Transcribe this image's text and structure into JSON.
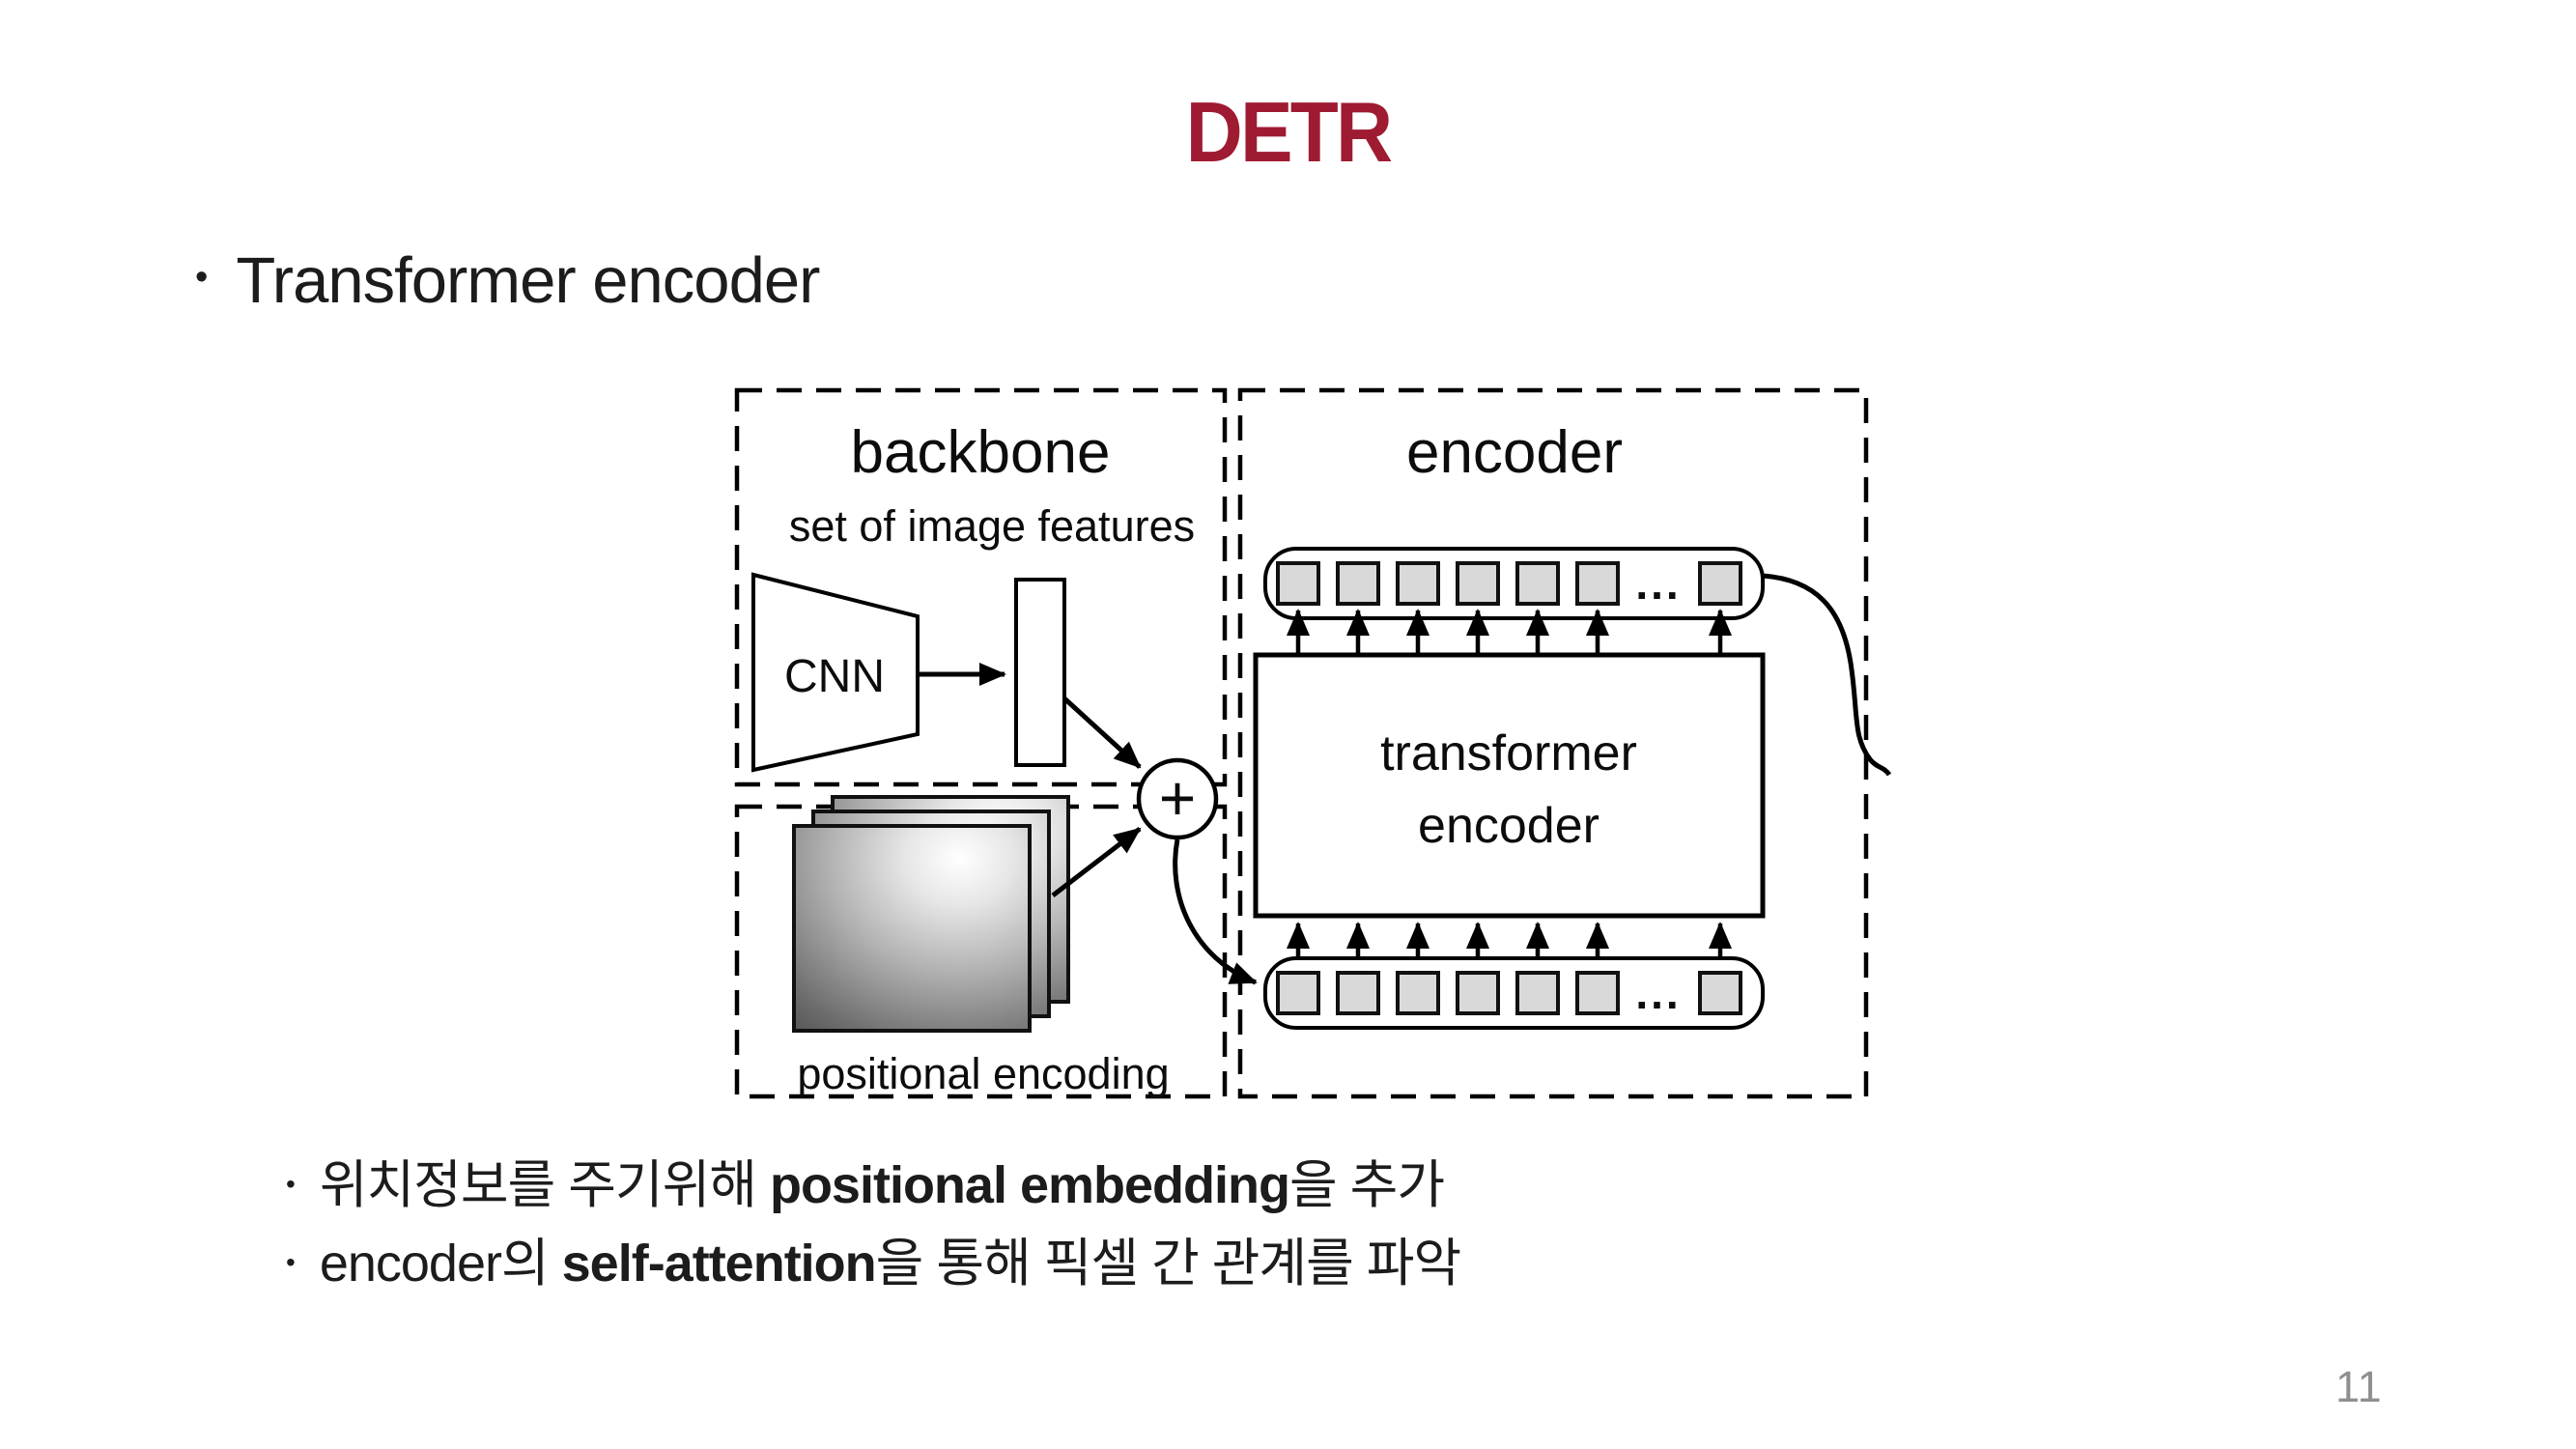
{
  "slide": {
    "title": "DETR",
    "bullet_main": "Transformer encoder",
    "bullet_glyph": "•",
    "sub_bullets": [
      {
        "pre": "위치정보를 주기위해 ",
        "bold": "positional embedding",
        "post": "을 추가"
      },
      {
        "pre": "encoder의 ",
        "bold": "self-attention",
        "post": "을 통해 픽셀 간 관계를 파악"
      }
    ],
    "page_number": "11",
    "colors": {
      "title": "#9e1b32",
      "body_text": "#1c1c1c",
      "page_number": "#8f8f8f",
      "background": "#ffffff"
    }
  },
  "diagram": {
    "backbone": {
      "label": "backbone",
      "sublabel": "set of image features",
      "cnn_label": "CNN"
    },
    "positional": {
      "label": "positional encoding"
    },
    "encoder": {
      "label": "encoder",
      "transformer_line1": "transformer",
      "transformer_line2": "encoder"
    },
    "plus_symbol": "+",
    "ellipsis": "...",
    "token_square_fill": "#d9d9d9",
    "line_color": "#000000",
    "top_row_token_count": 7,
    "bottom_row_token_count": 7
  }
}
